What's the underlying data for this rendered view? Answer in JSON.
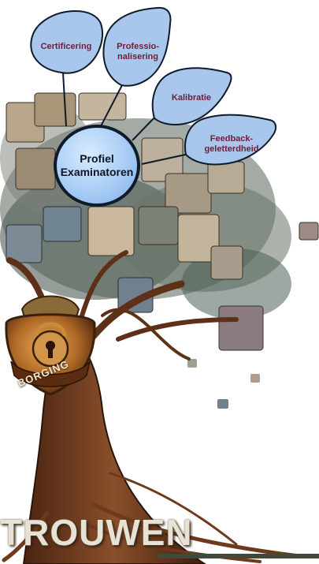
{
  "diagram": {
    "hub": {
      "line1": "Profiel",
      "line2": "Examinatoren"
    },
    "leaves": [
      {
        "id": "certificering",
        "lines": [
          "Certificering"
        ]
      },
      {
        "id": "professionalisering",
        "lines": [
          "Professio-",
          "nalisering"
        ]
      },
      {
        "id": "kalibratie",
        "lines": [
          "Kalibratie"
        ]
      },
      {
        "id": "feedback",
        "lines": [
          "Feedback-",
          "geletterdheid"
        ]
      }
    ],
    "lock_label": "BORGING",
    "base_word": "TROUWEN"
  },
  "colors": {
    "leaf_fill": "#a9c7ec",
    "leaf_stroke": "#0d1b2a",
    "leaf_text": "#6b1f3a",
    "hub_fill": "#a8cdf5",
    "trunk": "#6b3b1f",
    "lock": "#c98a3a",
    "canopy": "#5f6b5a"
  }
}
